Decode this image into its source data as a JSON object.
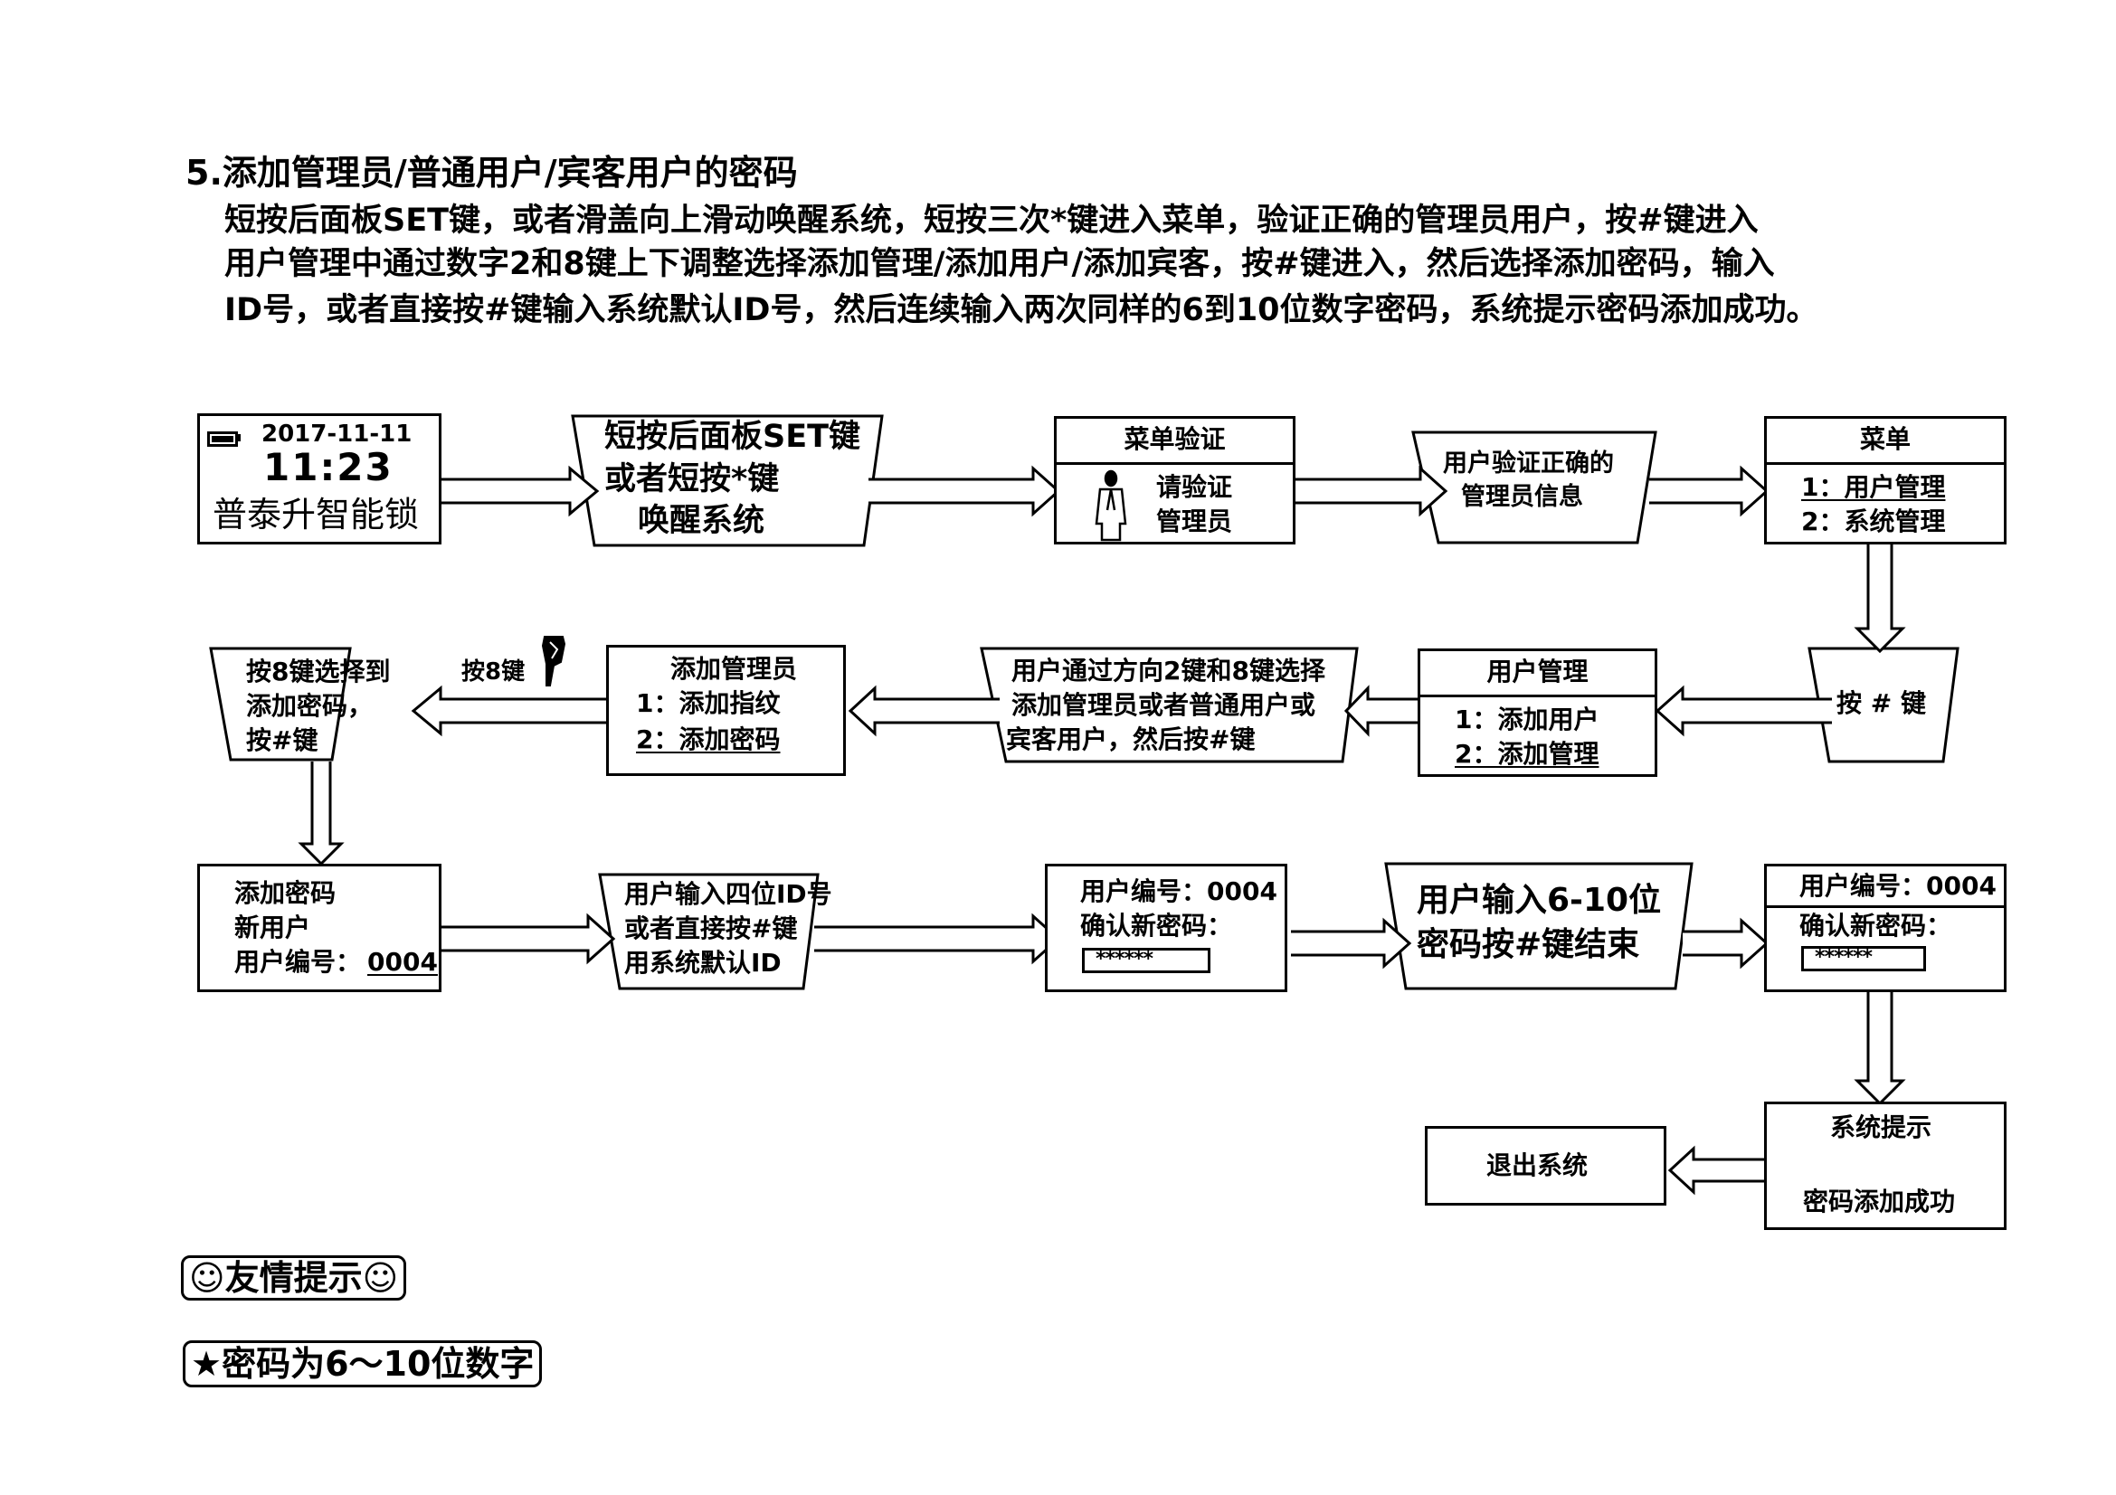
{
  "document": {
    "heading": "5.添加管理员/普通用户/宾客用户的密码",
    "paragraph_lines": [
      "短按后面板SET键，或者滑盖向上滑动唤醒系统，短按三次*键进入菜单，验证正确的管理员用户，按#键进入",
      "用户管理中通过数字2和8键上下调整选择添加管理/添加用户/添加宾客，按#键进入，然后选择添加密码，输入",
      "ID号，或者直接按#键输入系统默认ID号，然后连续输入两次同样的6到10位数字密码，系统提示密码添加成功。"
    ]
  },
  "flow": {
    "row1": {
      "lock_screen": {
        "battery_icon": "battery-icon",
        "date": "2017-11-11",
        "time": "11:23",
        "brand": "普泰升智能锁"
      },
      "wake_step": [
        "短按后面板SET键",
        "或者短按*键",
        "唤醒系统"
      ],
      "menu_verify": {
        "title": "菜单验证",
        "icon": "person-icon",
        "lines": [
          "请验证",
          "管理员"
        ]
      },
      "verify_ok_step": [
        "用户验证正确的",
        "管理员信息"
      ],
      "menu": {
        "title": "菜单",
        "items": [
          "1：用户管理",
          "2：系统管理"
        ],
        "selected_index": 0
      }
    },
    "row2": {
      "press_hash": "按 # 键",
      "user_mgmt": {
        "title": "用户管理",
        "items": [
          "1：添加用户",
          "2：添加管理"
        ],
        "selected_index": 1
      },
      "select_step": [
        "用户通过方向2键和8键选择",
        "添加管理员或者普通用户或",
        "宾客用户，然后按#键"
      ],
      "add_admin": {
        "title": "添加管理员",
        "items": [
          "1：添加指纹",
          "2：添加密码"
        ],
        "selected_index": 1
      },
      "press8_label": "按8键",
      "hand_icon": "pointing-hand-icon",
      "select_pwd_step": [
        "按8键选择到",
        "添加密码，",
        "按#键"
      ]
    },
    "row3": {
      "add_pwd_screen": {
        "lines": [
          "添加密码",
          "新用户"
        ],
        "id_label": "用户编号：",
        "id_value": "0004"
      },
      "input_id_step": [
        "用户输入四位ID号",
        "或者直接按#键",
        "用系统默认ID"
      ],
      "confirm_screen_1": {
        "id_line": "用户编号：0004",
        "confirm_label": "确认新密码：",
        "masked": "******"
      },
      "input_pwd_step": [
        "用户输入6-10位",
        "密码按#键结束"
      ],
      "confirm_screen_2": {
        "id_line": "用户编号：0004",
        "confirm_label": "确认新密码：",
        "masked": "******"
      }
    },
    "row4": {
      "system_prompt": {
        "title": "系统提示",
        "message": "密码添加成功"
      },
      "exit": "退出系统"
    }
  },
  "tips": {
    "title": "☺友情提示☺",
    "note": "★密码为6～10位数字"
  }
}
